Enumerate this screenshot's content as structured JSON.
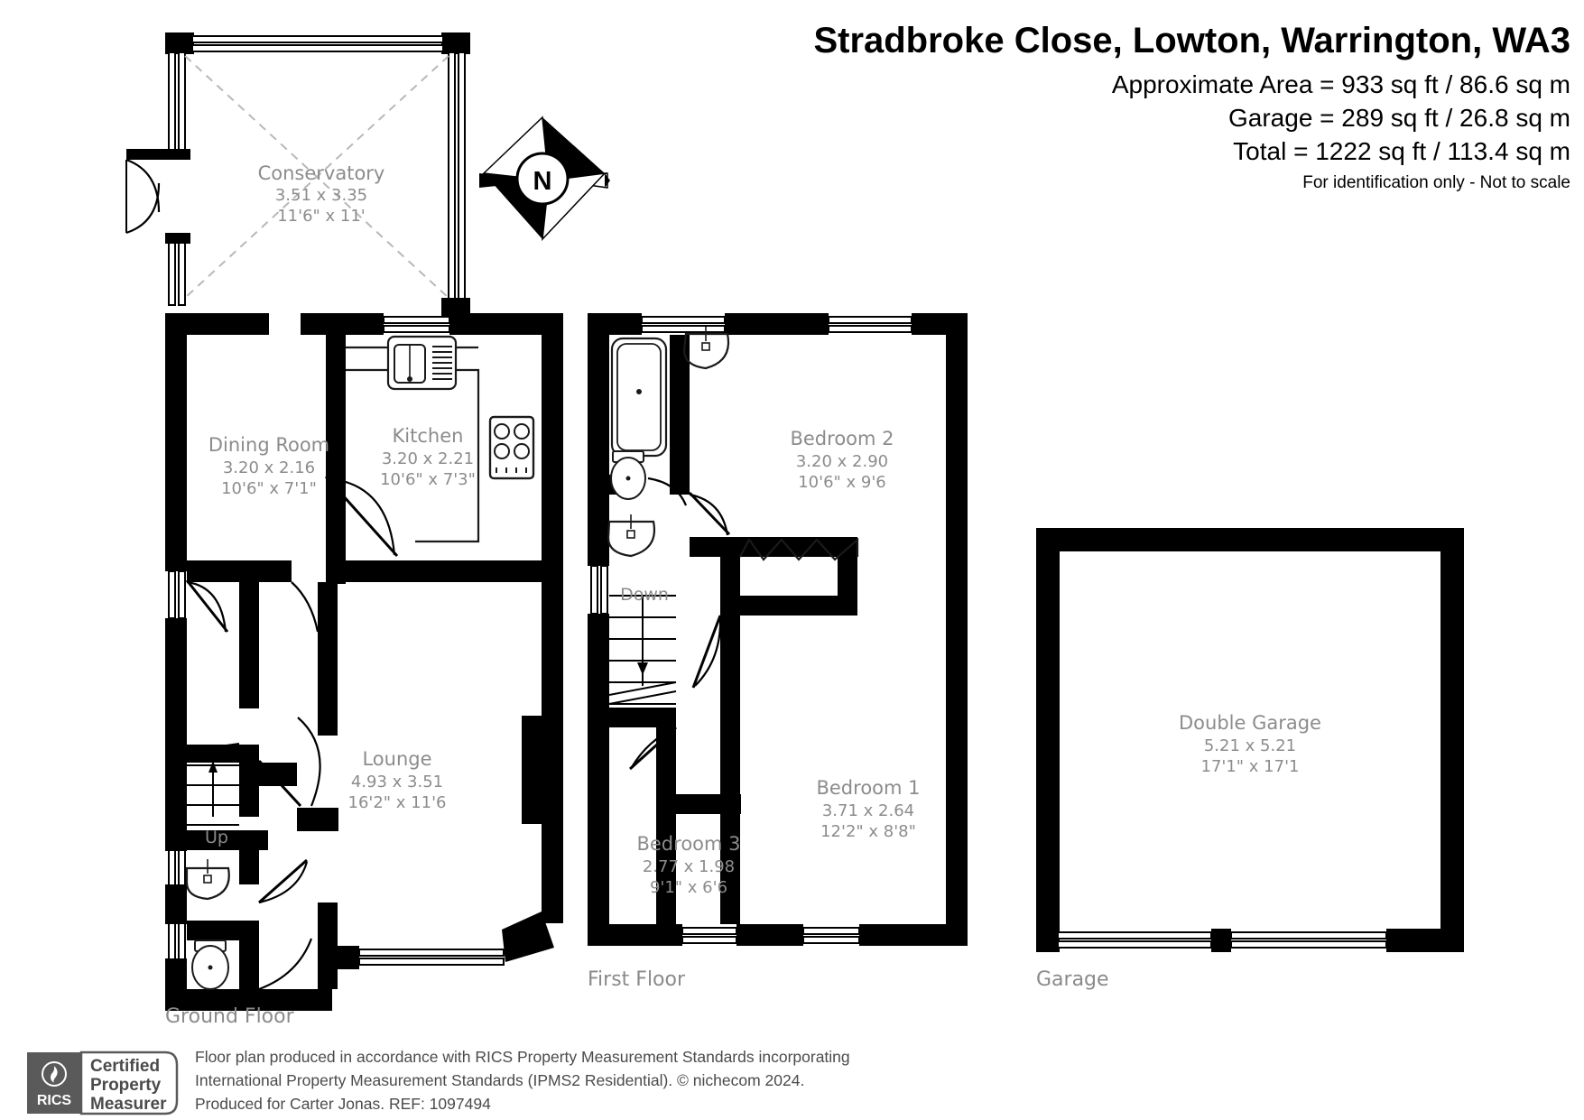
{
  "header": {
    "title": "Stradbroke Close, Lowton, Warrington, WA3",
    "area_line": "Approximate Area = 933 sq ft / 86.6 sq m",
    "garage_line": "Garage = 289 sq ft / 26.8 sq m",
    "total_line": "Total = 1222 sq ft / 113.4 sq m",
    "disclaimer": "For identification only - Not to scale"
  },
  "compass": {
    "label": "N",
    "name": "compass-rose"
  },
  "floors": {
    "ground": {
      "label": "Ground Floor",
      "rooms": [
        {
          "name": "Conservatory",
          "metric": "3.51 x 3.35",
          "imperial": "11'6\" x 11'"
        },
        {
          "name": "Dining Room",
          "metric": "3.20 x 2.16",
          "imperial": "10'6\" x 7'1\""
        },
        {
          "name": "Kitchen",
          "metric": "3.20 x 2.21",
          "imperial": "10'6\" x 7'3\""
        },
        {
          "name": "Lounge",
          "metric": "4.93 x 3.51",
          "imperial": "16'2\" x 11'6"
        }
      ],
      "stair_label": "Up"
    },
    "first": {
      "label": "First Floor",
      "rooms": [
        {
          "name": "Bedroom 2",
          "metric": "3.20 x 2.90",
          "imperial": "10'6\" x 9'6"
        },
        {
          "name": "Bedroom 1",
          "metric": "3.71 x 2.64",
          "imperial": "12'2\" x 8'8\""
        },
        {
          "name": "Bedroom 3",
          "metric": "2.77 x 1.98",
          "imperial": "9'1\" x 6'6"
        }
      ],
      "stair_label": "Down"
    },
    "garage": {
      "label": "Garage",
      "rooms": [
        {
          "name": "Double Garage",
          "metric": "5.21 x 5.21",
          "imperial": "17'1\" x 17'1"
        }
      ]
    }
  },
  "footer": {
    "badge": {
      "logo_text": "RICS",
      "line1": "Certified",
      "line2": "Property",
      "line3": "Measurer"
    },
    "line1": "Floor plan produced in accordance with RICS Property Measurement Standards incorporating",
    "line2": "International Property Measurement Standards (IPMS2 Residential).   © nichecom 2024.",
    "line3": "Produced for Carter Jonas.   REF:  1097494"
  },
  "colors": {
    "wall": "#000000",
    "label": "#8c8c8c",
    "footer": "#4b4b4b",
    "dash": "#b8b8b8",
    "background": "#ffffff"
  }
}
